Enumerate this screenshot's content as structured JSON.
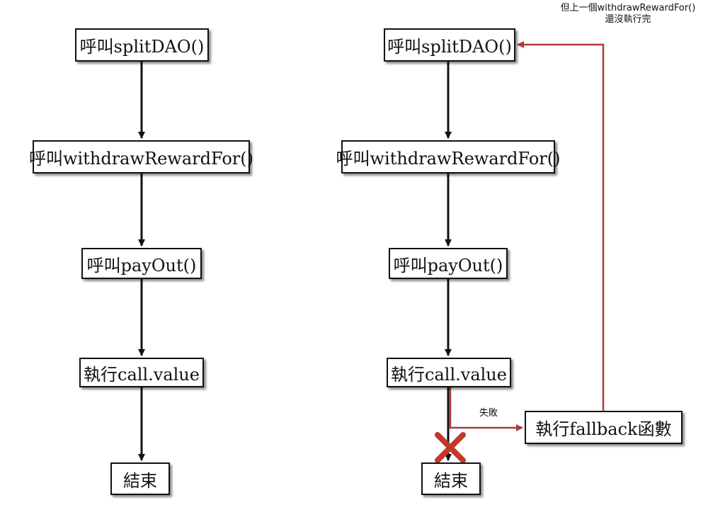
{
  "colors": {
    "box_border": "#111111",
    "arrow": "#111111",
    "failure_path": "#b03a3a",
    "cross": "#c0392b"
  },
  "left_flow": {
    "step1": "呼叫splitDAO()",
    "step2": "呼叫withdrawRewardFor()",
    "step3": "呼叫payOut()",
    "step4": "執行call.value",
    "end": "結束"
  },
  "right_flow": {
    "step1": "呼叫splitDAO()",
    "step2": "呼叫withdrawRewardFor()",
    "step3": "呼叫payOut()",
    "step4": "執行call.value",
    "end": "結束",
    "fallback": "執行fallback函數",
    "fail_label": "失敗",
    "loop_note_line1": "但上一個withdrawRewardFor()",
    "loop_note_line2": "還沒執行完"
  },
  "icons": {
    "blocked": "x-mark-icon"
  }
}
